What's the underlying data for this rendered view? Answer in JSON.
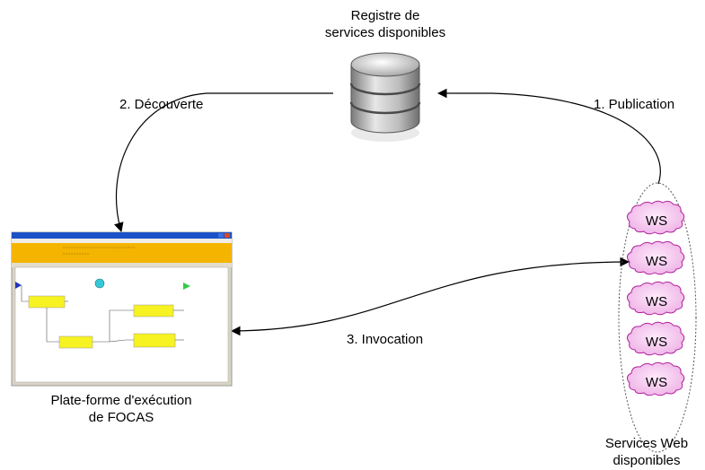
{
  "registry": {
    "title_line1": "Registre de",
    "title_line2": "services disponibles"
  },
  "arrows": {
    "publication": "1. Publication",
    "discovery": "2. Découverte",
    "invocation": "3. Invocation"
  },
  "platform": {
    "caption_line1": "Plate-forme d'exécution",
    "caption_line2": "de FOCAS"
  },
  "web_services": {
    "items": [
      "WS",
      "WS",
      "WS",
      "WS",
      "WS"
    ],
    "caption_line1": "Services Web",
    "caption_line2": "disponibles"
  },
  "colors": {
    "window_titlebar": "#1c52c8",
    "window_toolbar": "#f4b400",
    "workflow_block": "#f7f221",
    "cloud_fill": "#f5c7ef",
    "cloud_stroke": "#b0209c",
    "database": "#b8b8b8"
  }
}
